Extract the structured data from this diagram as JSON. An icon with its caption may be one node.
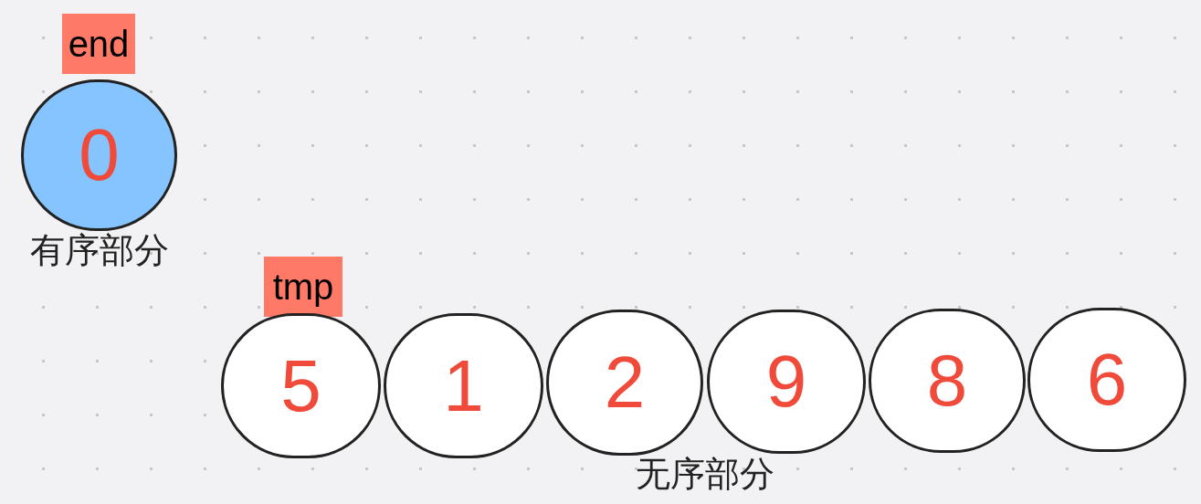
{
  "diagram": {
    "nodes": [
      {
        "text": [
          "end"
        ]
      },
      {
        "text": [
          "0"
        ],
        "beside": [
          "有序部分"
        ]
      },
      {
        "text": [
          "tmp"
        ]
      },
      {
        "text": [
          "5"
        ]
      },
      {
        "text": [
          "1"
        ]
      },
      {
        "text": [
          "2"
        ]
      },
      {
        "text": [
          "9"
        ]
      },
      {
        "text": [
          "8"
        ]
      },
      {
        "text": [
          "6"
        ]
      }
    ],
    "labels": [
      "无序部分"
    ]
  }
}
